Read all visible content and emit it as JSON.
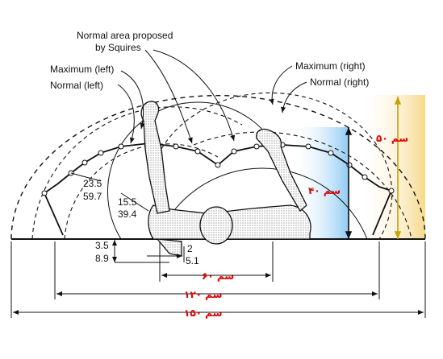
{
  "labels": {
    "squires_line1": "Normal area proposed",
    "squires_line2": "by Squires",
    "max_left": "Maximum (left)",
    "normal_left": "Normal (left)",
    "max_right": "Maximum (right)",
    "normal_right": "Normal (right)"
  },
  "measurements": {
    "a_top": "23.5",
    "a_bottom": "59.7",
    "b_top": "15.5",
    "b_bottom": "39.4",
    "c_top": "3.5",
    "c_bottom": "8.9",
    "d_top": "2",
    "d_bottom": "5.1"
  },
  "dimensions": {
    "d50": "۵۰ سم",
    "d40": "۴۰ سم",
    "d60": "۶۰ سم",
    "d120": "۱۲۰ سم",
    "d150": "۱۵۰ سم"
  },
  "colors": {
    "blue_zone": "#bfe3ff",
    "yellow_zone": "#fbe8b0",
    "dimension_red": "#e00000"
  }
}
